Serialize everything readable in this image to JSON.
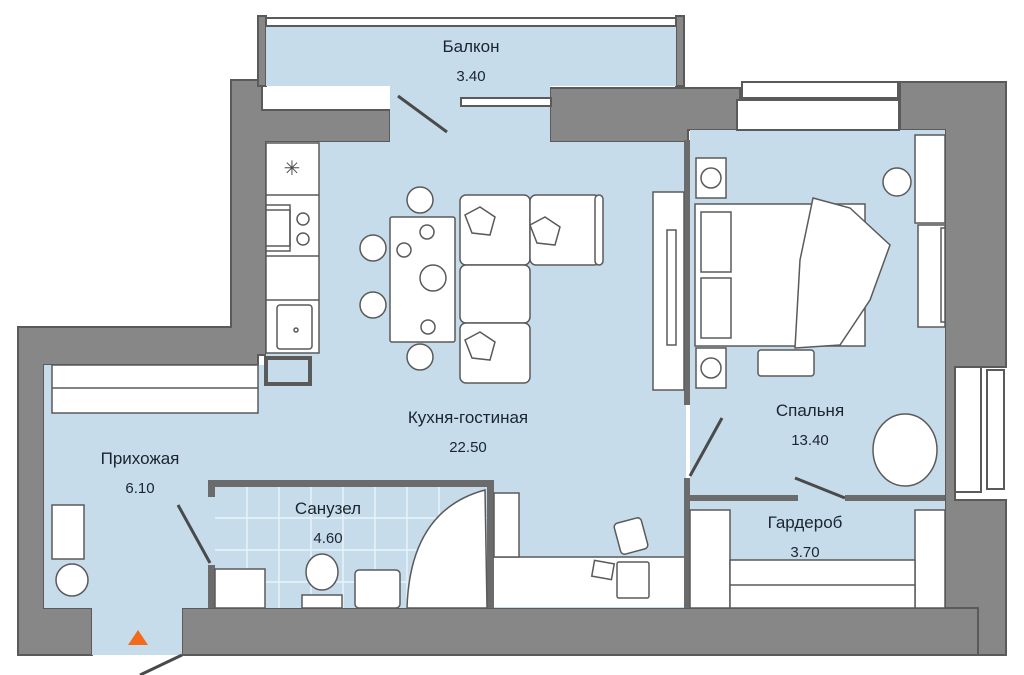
{
  "plan": {
    "colors": {
      "wall": "#878787",
      "wall_outline": "#5a5a5a",
      "floor": "#c6dcea",
      "furniture": "#ffffff",
      "entrance_marker": "#f26a1b",
      "text": "#1b2430"
    },
    "rooms": [
      {
        "id": "balcony",
        "name": "Балкон",
        "area": "3.40"
      },
      {
        "id": "kitchen-living",
        "name": "Кухня-гостиная",
        "area": "22.50"
      },
      {
        "id": "bedroom",
        "name": "Спальня",
        "area": "13.40"
      },
      {
        "id": "hallway",
        "name": "Прихожая",
        "area": "6.10"
      },
      {
        "id": "bathroom",
        "name": "Санузел",
        "area": "4.60"
      },
      {
        "id": "wardrobe",
        "name": "Гардероб",
        "area": "3.70"
      }
    ],
    "icons": {
      "entrance": "entrance-triangle-icon"
    }
  }
}
